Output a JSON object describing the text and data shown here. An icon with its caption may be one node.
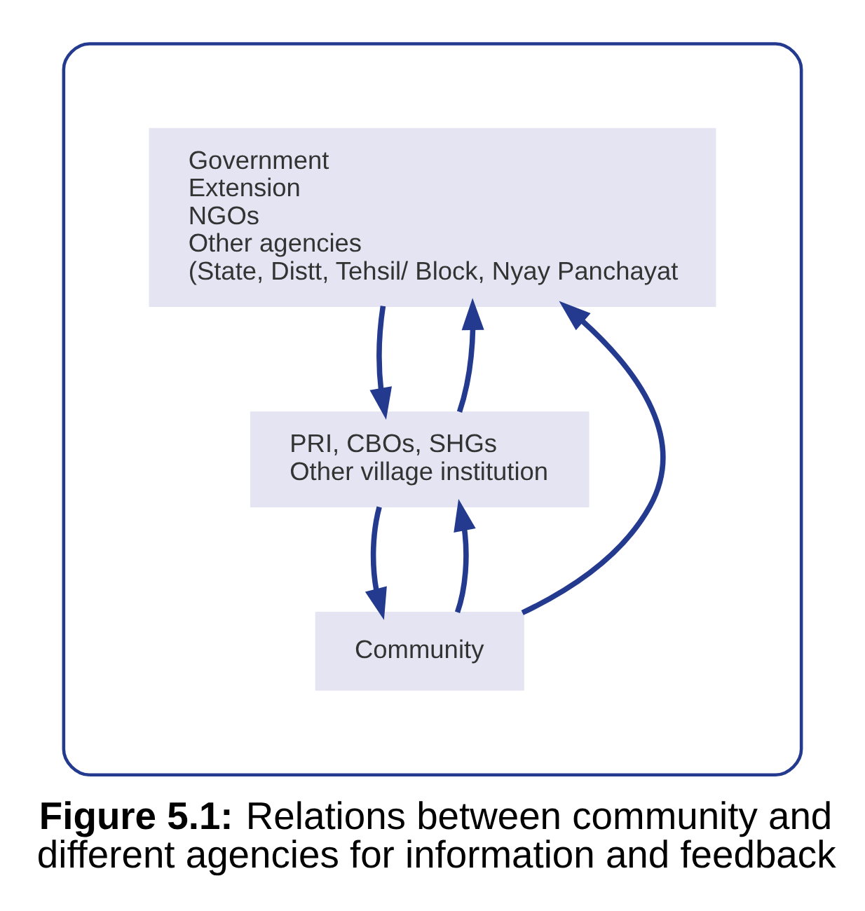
{
  "diagram": {
    "caption": "**Figure 5.1:** Relations between community and different agencies for information and feedback",
    "nodes": [
      {
        "text": [],
        "shape": "ellipse"
      },
      {
        "text": [
          "Government",
          "Extension",
          "NGOs",
          "Other agencies",
          "(State, Distt, Tehsil/ Block, Nyay Panchayat"
        ],
        "in": 0
      },
      {
        "text": [
          "PRI, CBOs, SHGs",
          "Other village institution"
        ],
        "in": 0
      },
      {
        "text": [
          "Community"
        ],
        "in": 0
      }
    ],
    "edges": [
      {
        "from": 1,
        "to": 2,
        "arrow": "to"
      },
      {
        "from": 2,
        "to": 1,
        "arrow": "to"
      },
      {
        "from": 2,
        "to": 3,
        "arrow": "to"
      },
      {
        "from": 3,
        "to": 2,
        "arrow": "to"
      },
      {
        "from": 3,
        "to": 1,
        "arrow": "to"
      }
    ]
  }
}
